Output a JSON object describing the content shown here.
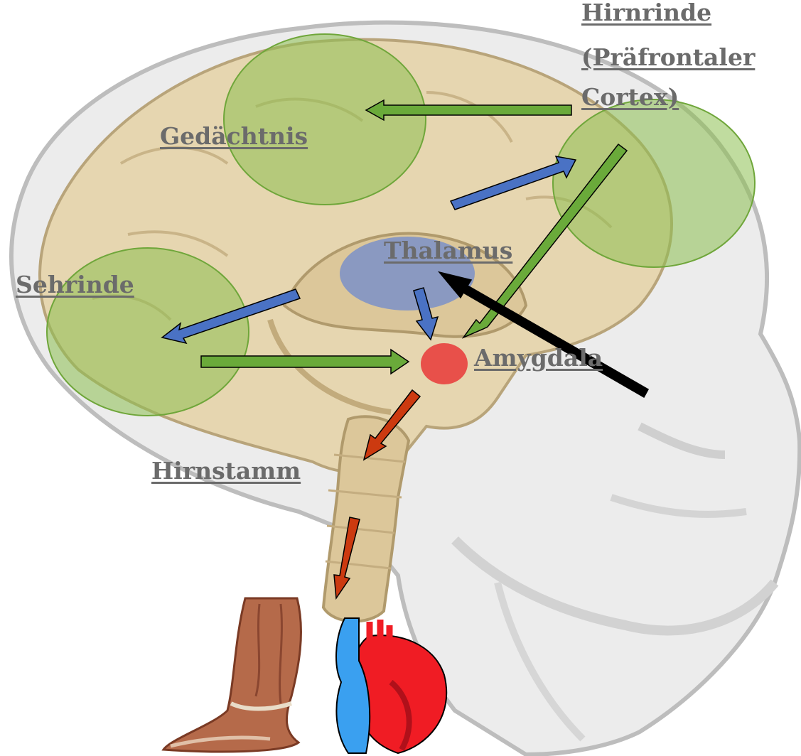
{
  "labels": {
    "cortex_line1": "Hirnrinde",
    "cortex_line2": "(Präfrontaler",
    "cortex_line3": "Cortex)",
    "memory": "Gedächtnis",
    "thalamus": "Thalamus",
    "visual_cortex": "Sehrinde",
    "amygdala": "Amygdala",
    "brainstem": "Hirnstamm"
  },
  "colors": {
    "label": "#6b6b6b",
    "region_fill": "#8cc050",
    "region_stroke": "#6fa63a",
    "thalamus_fill": "#7b90c8",
    "amygdala_fill": "#e8504a",
    "arrow_green": "#6aaa3a",
    "arrow_blue": "#4a72c4",
    "arrow_red": "#cc3a10",
    "arrow_black": "#000000",
    "brain": "#e3d3ae",
    "skull": "#c8c8c8"
  },
  "icons": {
    "head": "head-skull-brain-illustration",
    "leg": "leg-muscle-illustration",
    "heart": "heart-illustration"
  }
}
